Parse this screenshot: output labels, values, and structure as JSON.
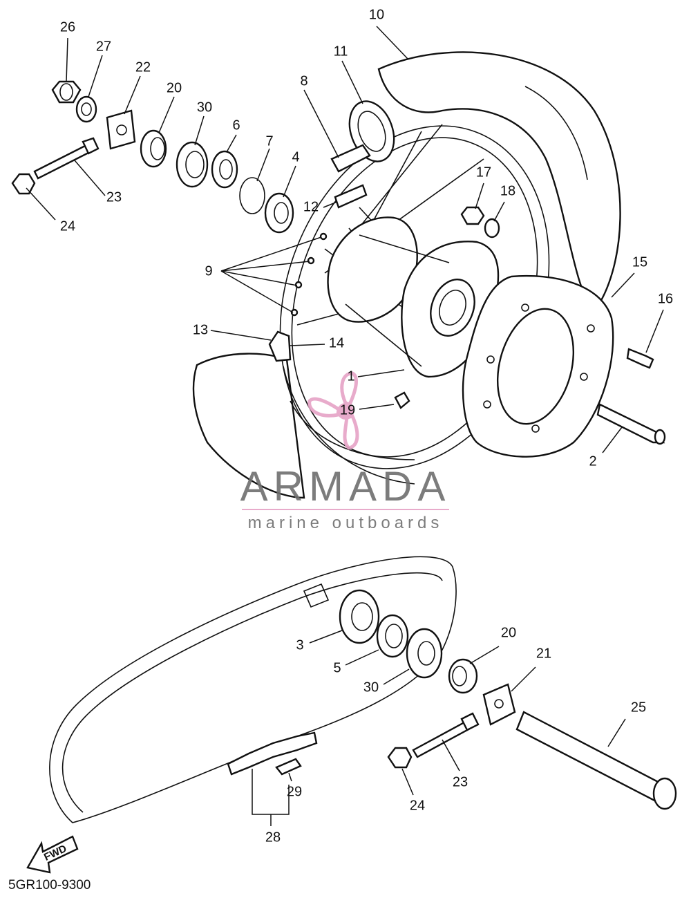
{
  "diagram": {
    "part_code": "5GR100-9300",
    "fwd_label": "FWD",
    "callouts": [
      {
        "id": "c1",
        "text": "1"
      },
      {
        "id": "c2",
        "text": "2"
      },
      {
        "id": "c3",
        "text": "3"
      },
      {
        "id": "c4",
        "text": "4"
      },
      {
        "id": "c5",
        "text": "5"
      },
      {
        "id": "c6",
        "text": "6"
      },
      {
        "id": "c7",
        "text": "7"
      },
      {
        "id": "c8",
        "text": "8"
      },
      {
        "id": "c9",
        "text": "9"
      },
      {
        "id": "c10",
        "text": "10"
      },
      {
        "id": "c11",
        "text": "11"
      },
      {
        "id": "c12",
        "text": "12"
      },
      {
        "id": "c13",
        "text": "13"
      },
      {
        "id": "c14",
        "text": "14"
      },
      {
        "id": "c15",
        "text": "15"
      },
      {
        "id": "c16",
        "text": "16"
      },
      {
        "id": "c17",
        "text": "17"
      },
      {
        "id": "c18",
        "text": "18"
      },
      {
        "id": "c19",
        "text": "19"
      },
      {
        "id": "c20a",
        "text": "20"
      },
      {
        "id": "c20b",
        "text": "20"
      },
      {
        "id": "c21",
        "text": "21"
      },
      {
        "id": "c22",
        "text": "22"
      },
      {
        "id": "c23a",
        "text": "23"
      },
      {
        "id": "c23b",
        "text": "23"
      },
      {
        "id": "c24a",
        "text": "24"
      },
      {
        "id": "c24b",
        "text": "24"
      },
      {
        "id": "c25",
        "text": "25"
      },
      {
        "id": "c26",
        "text": "26"
      },
      {
        "id": "c27",
        "text": "27"
      },
      {
        "id": "c28",
        "text": "28"
      },
      {
        "id": "c29",
        "text": "29"
      },
      {
        "id": "c30a",
        "text": "30"
      },
      {
        "id": "c30b",
        "text": "30"
      }
    ]
  },
  "watermark": {
    "title": "ARMADA",
    "subtitle": "marine outboards",
    "color": "#e6a3c6"
  }
}
